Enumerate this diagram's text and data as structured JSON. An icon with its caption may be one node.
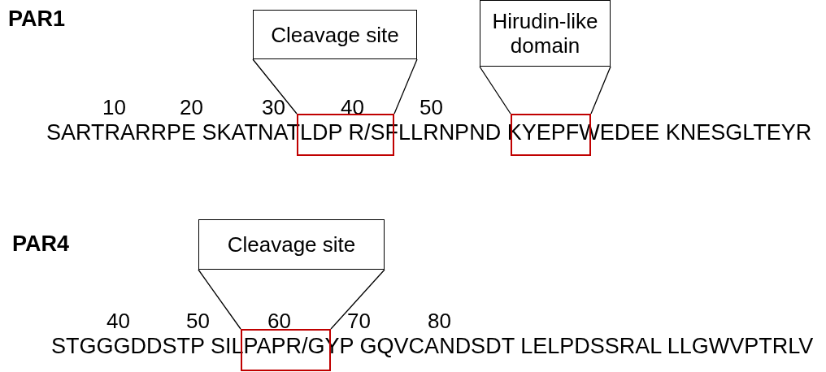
{
  "diagram": {
    "nodes": [
      {
        "text": [
          "Cleavage site"
        ]
      },
      {
        "text": [
          "Hirudin-like domain"
        ]
      },
      {
        "text": [],
        "shape": "box"
      },
      {
        "text": [],
        "shape": "box"
      },
      {
        "text": [
          "Cleavage site"
        ]
      },
      {
        "text": [],
        "shape": "box"
      }
    ],
    "edges": [
      {
        "from": 0,
        "to": 2,
        "arrow": "none"
      },
      {
        "from": 0,
        "to": 2,
        "arrow": "none"
      },
      {
        "from": 1,
        "to": 3,
        "arrow": "none"
      },
      {
        "from": 1,
        "to": 3,
        "arrow": "none"
      },
      {
        "from": 4,
        "to": 5,
        "arrow": "none"
      },
      {
        "from": 4,
        "to": 5,
        "arrow": "none"
      }
    ],
    "labels": [
      "PAR1",
      "10",
      "20",
      "30",
      "40",
      "50",
      "SARTRARRPE SKATNATLDP R/SFLLRNPND KYEPFWEDEE KNESGLTEYR",
      "PAR4",
      "40",
      "50",
      "60",
      "70",
      "80",
      "STGGGDDSTP SILPAPR/GYP GQVCANDSDT LELPDSSRAL LLGWVPTRLV"
    ]
  }
}
